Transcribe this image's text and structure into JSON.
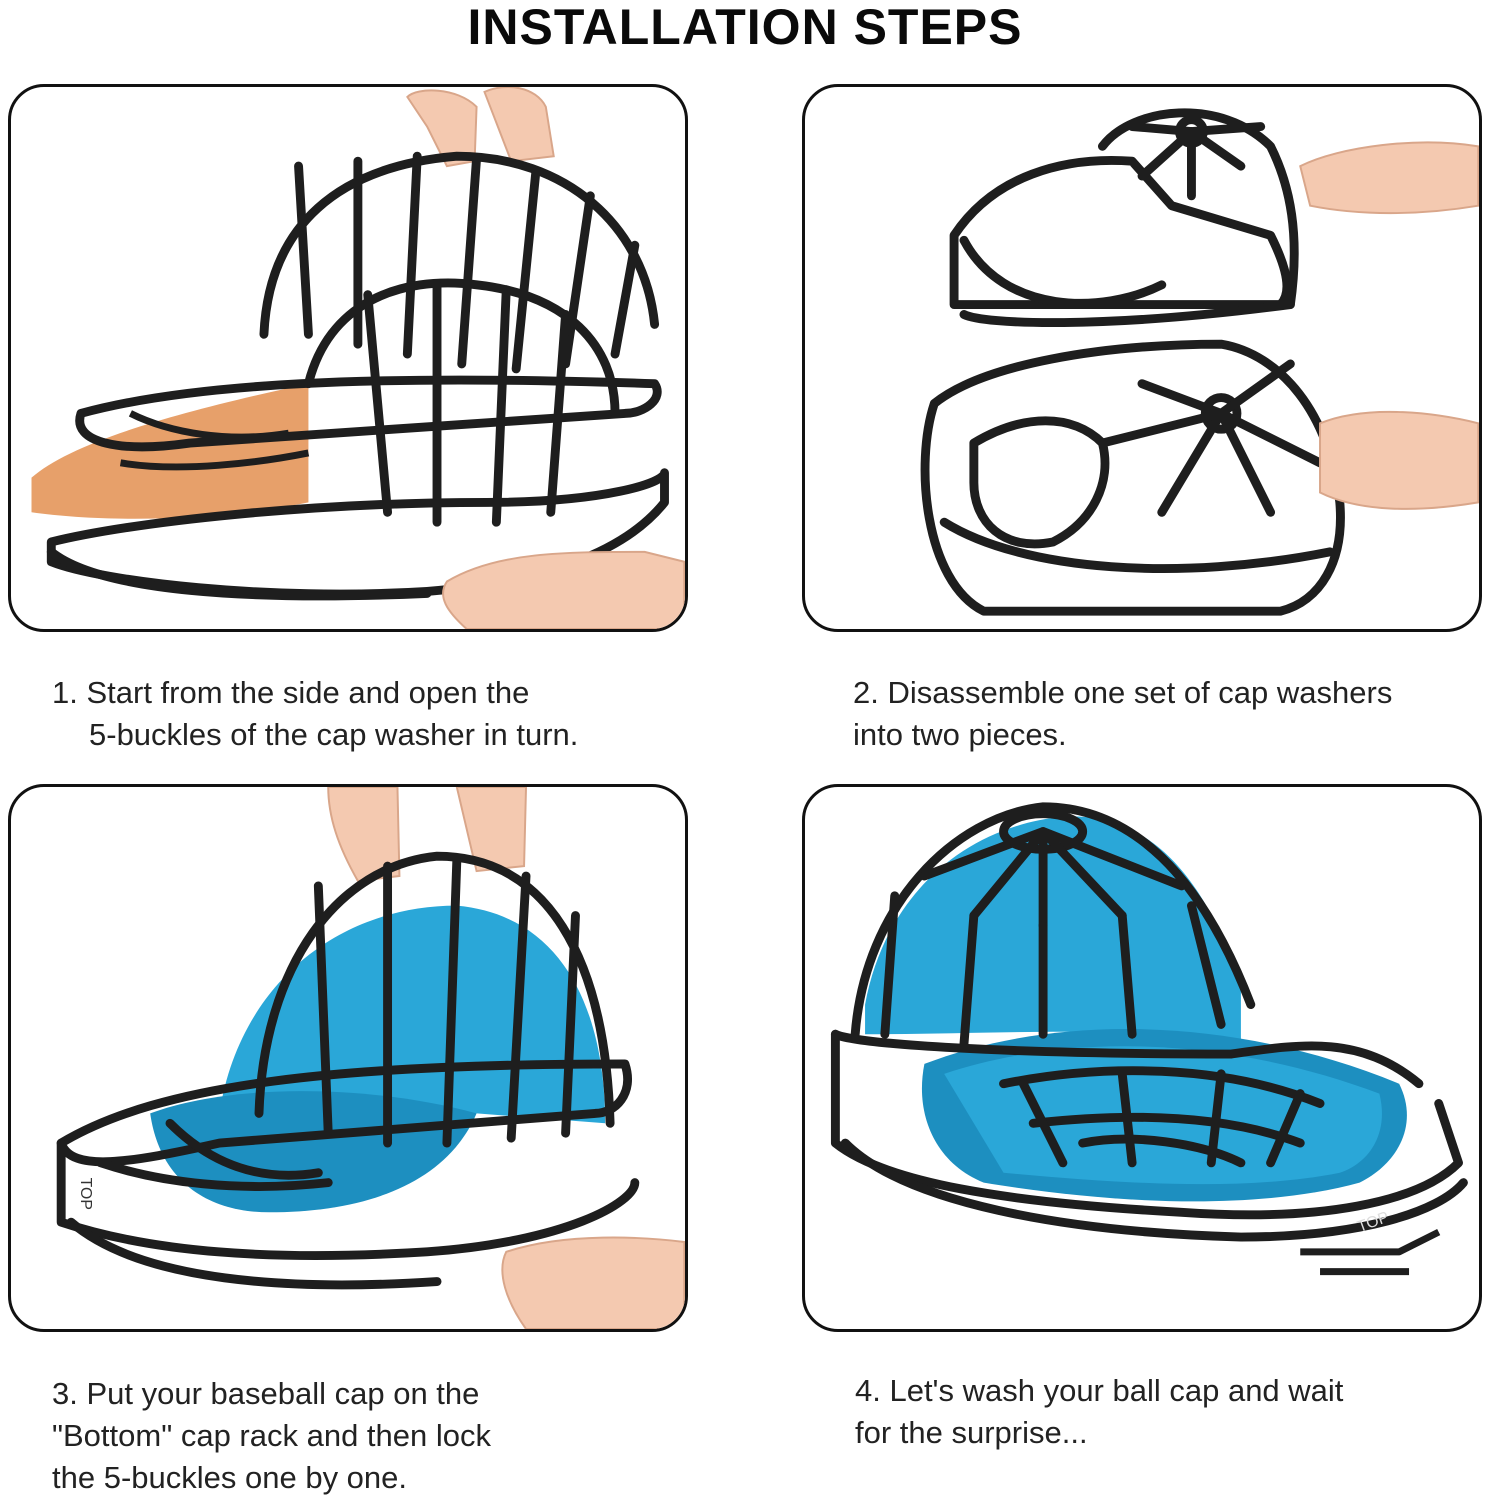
{
  "title": "INSTALLATION STEPS",
  "steps": [
    {
      "line1": "1. Start from the side and open the",
      "line2": "5-buckles of the cap washer in turn.",
      "line3": ""
    },
    {
      "line1": "2. Disassemble one set of cap washers",
      "line2": "into two pieces.",
      "line3": ""
    },
    {
      "line1": "3. Put your baseball cap on the",
      "line2": "\"Bottom\" cap rack and then lock",
      "line3": "the 5-buckles one by one."
    },
    {
      "line1": "4. Let's wash your ball cap and wait",
      "line2": "for the surprise...",
      "line3": ""
    }
  ],
  "images": [
    "cap-washer-cage-held-open-photo",
    "cap-washer-two-halves-photo",
    "blue-cap-in-bottom-rack-photo",
    "blue-cap-locked-in-cage-photo"
  ],
  "colors": {
    "cage": "#1e1e1e",
    "cap": "#2aa7d8",
    "border": "#111111"
  },
  "rack_label": "TOP"
}
